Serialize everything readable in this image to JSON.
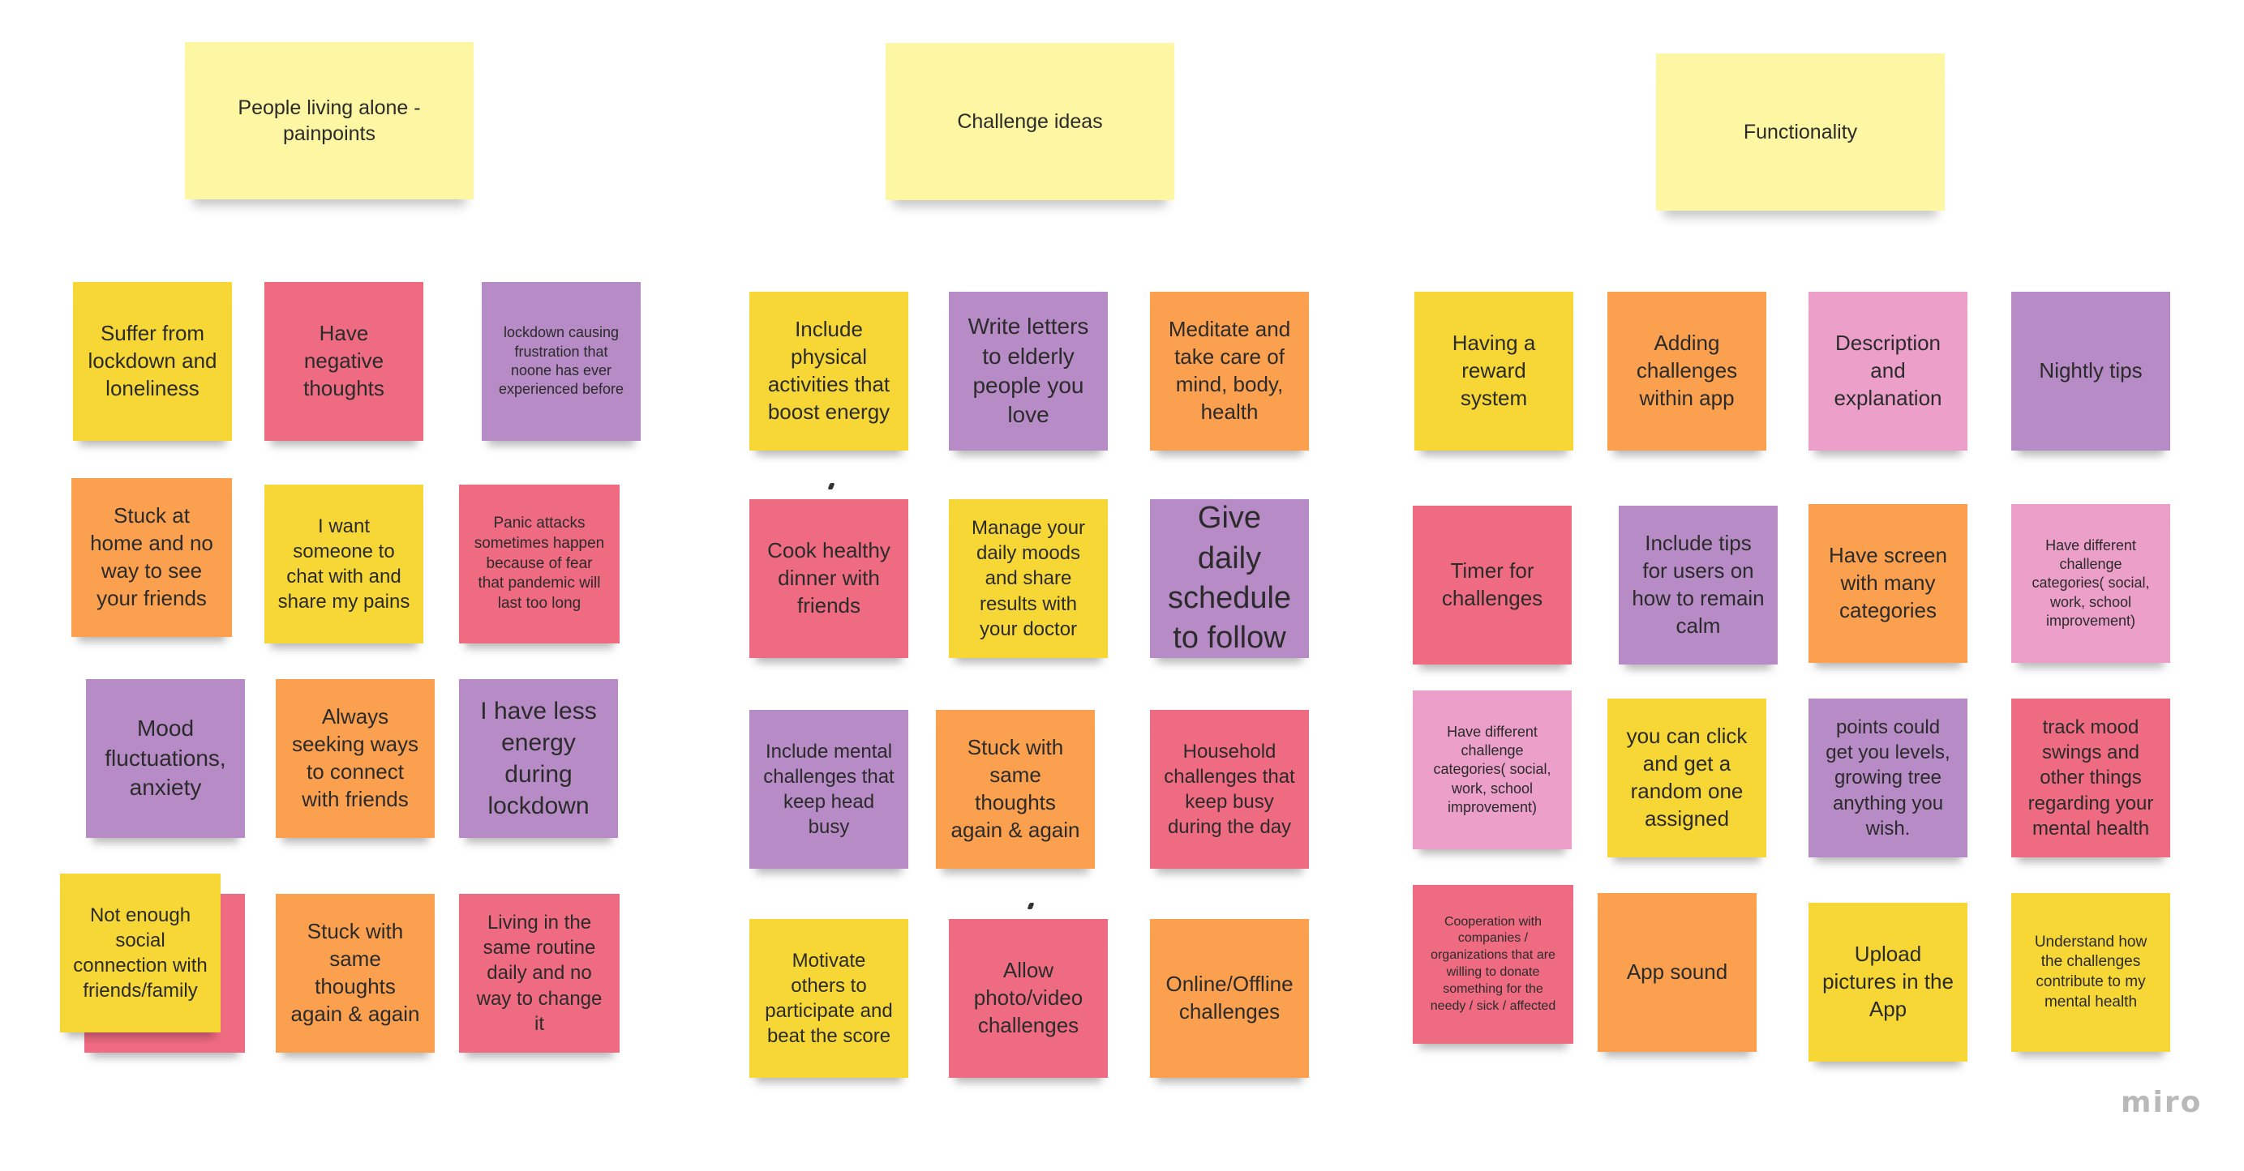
{
  "colors": {
    "yellow": "#f6d735",
    "light-yellow": "#fdf6a2",
    "pink": "#ef6b82",
    "purple": "#b68bc6",
    "orange": "#fba04f",
    "light-pink": "#ec9fc8"
  },
  "logo": {
    "text": "miro"
  },
  "headers": [
    {
      "text": "People living alone - painpoints"
    },
    {
      "text": "Challenge ideas"
    },
    {
      "text": "Functionality"
    }
  ],
  "notes": [
    {
      "text": "Suffer from lockdown and loneliness",
      "color": "yellow"
    },
    {
      "text": "Have negative thoughts",
      "color": "pink"
    },
    {
      "text": "lockdown causing frustration that noone has ever experienced before",
      "color": "purple"
    },
    {
      "text": "Stuck at home and no way to see your friends",
      "color": "orange"
    },
    {
      "text": "I want someone to chat with and share my pains",
      "color": "yellow"
    },
    {
      "text": "Panic attacks sometimes happen because of fear that pandemic will last too long",
      "color": "pink"
    },
    {
      "text": "Mood fluctuations, anxiety",
      "color": "purple"
    },
    {
      "text": "Always seeking ways to connect with friends",
      "color": "orange"
    },
    {
      "text": "I have less energy during lockdown",
      "color": "purple"
    },
    {
      "text": "",
      "color": "pink"
    },
    {
      "text": "Not enough social connection with friends/family",
      "color": "yellow"
    },
    {
      "text": "Stuck with same thoughts again & again",
      "color": "orange"
    },
    {
      "text": "Living in the same routine daily and no way to change it",
      "color": "pink"
    },
    {
      "text": "Include physical activities that boost energy",
      "color": "yellow"
    },
    {
      "text": "Write letters to elderly people you love",
      "color": "purple"
    },
    {
      "text": "Meditate and take care of mind, body, health",
      "color": "orange"
    },
    {
      "text": "Cook healthy dinner with friends",
      "color": "pink"
    },
    {
      "text": "Manage your daily moods and share results with your doctor",
      "color": "yellow"
    },
    {
      "text": "Give daily schedule to follow",
      "color": "purple"
    },
    {
      "text": "Include mental challenges that keep head busy",
      "color": "purple"
    },
    {
      "text": "Stuck with same thoughts again & again",
      "color": "orange"
    },
    {
      "text": "Household challenges that keep busy during the day",
      "color": "pink"
    },
    {
      "text": "Motivate others to participate and beat the score",
      "color": "yellow"
    },
    {
      "text": "Allow photo/video challenges",
      "color": "pink"
    },
    {
      "text": "Online/Offline challenges",
      "color": "orange"
    },
    {
      "text": "Having a reward system",
      "color": "yellow"
    },
    {
      "text": "Adding challenges within app",
      "color": "orange"
    },
    {
      "text": "Description and explanation",
      "color": "light-pink"
    },
    {
      "text": "Nightly tips",
      "color": "purple"
    },
    {
      "text": "Timer for challenges",
      "color": "pink"
    },
    {
      "text": "Include tips for users on how to remain calm",
      "color": "purple"
    },
    {
      "text": "Have screen with many categories",
      "color": "orange"
    },
    {
      "text": "Have different challenge categories( social, work, school improvement)",
      "color": "light-pink"
    },
    {
      "text": "Have different challenge categories( social, work, school improvement)",
      "color": "light-pink"
    },
    {
      "text": "you can click and get a random one assigned",
      "color": "yellow"
    },
    {
      "text": "points could get you levels, growing tree anything you wish.",
      "color": "purple"
    },
    {
      "text": "track mood swings and other things regarding your mental health",
      "color": "pink"
    },
    {
      "text": "Cooperation with companies / organizations that are willing to donate something for the needy / sick / affected",
      "color": "pink"
    },
    {
      "text": "App sound",
      "color": "orange"
    },
    {
      "text": "Upload pictures in the App",
      "color": "yellow"
    },
    {
      "text": "Understand how the challenges contribute to my mental health",
      "color": "yellow"
    }
  ]
}
